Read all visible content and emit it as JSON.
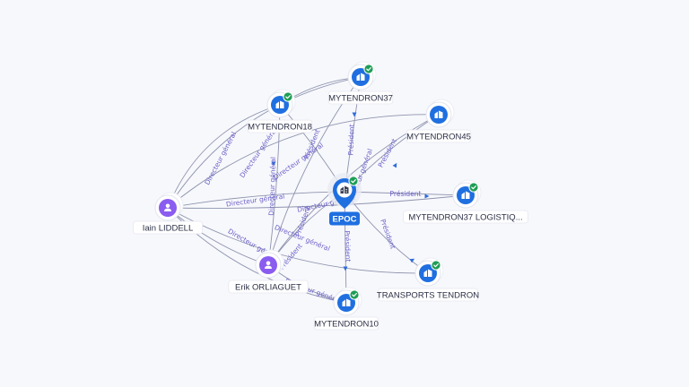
{
  "colors": {
    "company": "#1f6fe0",
    "person": "#8a5cf0",
    "verified": "#1f9d55",
    "edge": "#8e93ad",
    "edge_label": "#6a5fc7"
  },
  "center": {
    "id": "epoc",
    "label": "EPOC",
    "icon": "building-icon"
  },
  "nodes": [
    {
      "id": "mytendron37",
      "label": "MYTENDRON37",
      "kind": "company",
      "icon": "building-icon",
      "verified": true
    },
    {
      "id": "mytendron18",
      "label": "MYTENDRON18",
      "kind": "company",
      "icon": "building-icon",
      "verified": true
    },
    {
      "id": "mytendron45",
      "label": "MYTENDRON45",
      "kind": "company",
      "icon": "building-icon",
      "verified": false
    },
    {
      "id": "mytendron37log",
      "label": "MYTENDRON37 LOGISTIQ...",
      "kind": "company",
      "icon": "building-icon",
      "verified": true
    },
    {
      "id": "transports",
      "label": "TRANSPORTS TENDRON",
      "kind": "company",
      "icon": "building-icon",
      "verified": true
    },
    {
      "id": "mytendron10",
      "label": "MYTENDRON10",
      "kind": "company",
      "icon": "building-icon",
      "verified": true
    },
    {
      "id": "iain",
      "label": "Iain LIDDELL",
      "kind": "person",
      "icon": "person-icon",
      "verified": false
    },
    {
      "id": "erik",
      "label": "Erik ORLIAGUET",
      "kind": "person",
      "icon": "person-icon",
      "verified": false
    }
  ],
  "edge_labels": {
    "directeur_general": "Directeur général",
    "president": "Président"
  }
}
